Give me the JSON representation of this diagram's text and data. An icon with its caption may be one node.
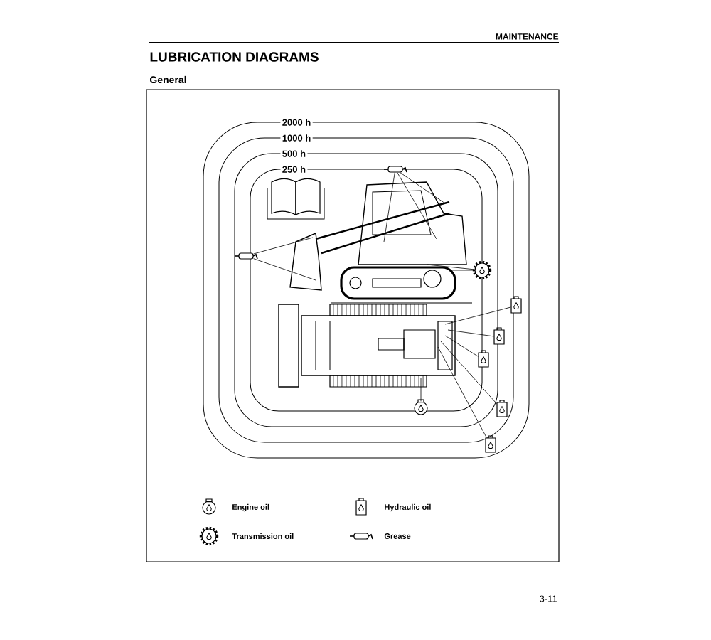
{
  "diagram": {
    "title": "LUBRICATION DIAGRAMS",
    "nodes": [
      {
        "text": [],
        "shape": "picture"
      },
      {
        "text": [],
        "shape": "picture"
      },
      {
        "text": [],
        "shape": "cylinder"
      },
      {
        "text": [],
        "shape": "cylinder"
      },
      {
        "text": [],
        "shape": "gear"
      },
      {
        "text": [],
        "shape": "box"
      },
      {
        "text": [],
        "shape": "box"
      },
      {
        "text": [],
        "shape": "box"
      },
      {
        "text": [],
        "shape": "box"
      },
      {
        "text": [],
        "shape": "box"
      },
      {
        "text": [],
        "shape": "circle"
      }
    ],
    "edges": [
      {
        "from": 2,
        "to": 0,
        "arrow": "none"
      },
      {
        "from": 2,
        "to": 0,
        "arrow": "none"
      },
      {
        "from": 2,
        "to": 0,
        "arrow": "none"
      },
      {
        "from": 3,
        "to": 0,
        "arrow": "none"
      },
      {
        "from": 3,
        "to": 0,
        "arrow": "none"
      },
      {
        "from": 4,
        "to": 0,
        "arrow": "none"
      },
      {
        "from": 4,
        "to": 0,
        "arrow": "none"
      },
      {
        "from": 5,
        "to": 1,
        "arrow": "none"
      },
      {
        "from": 6,
        "to": 1,
        "arrow": "none"
      },
      {
        "from": 7,
        "to": 1,
        "arrow": "none"
      },
      {
        "from": 8,
        "to": 1,
        "arrow": "none"
      },
      {
        "from": 9,
        "to": 1,
        "arrow": "none"
      },
      {
        "from": 10,
        "to": 1,
        "arrow": "none"
      }
    ],
    "labels": [
      "MAINTENANCE",
      "General",
      "2000 h",
      "1000 h",
      "500 h",
      "250 h",
      "3-11"
    ],
    "legend": [
      {
        "text": "Engine oil"
      },
      {
        "text": "Hydraulic oil"
      },
      {
        "text": "Transmission oil"
      },
      {
        "text": "Grease"
      }
    ]
  }
}
